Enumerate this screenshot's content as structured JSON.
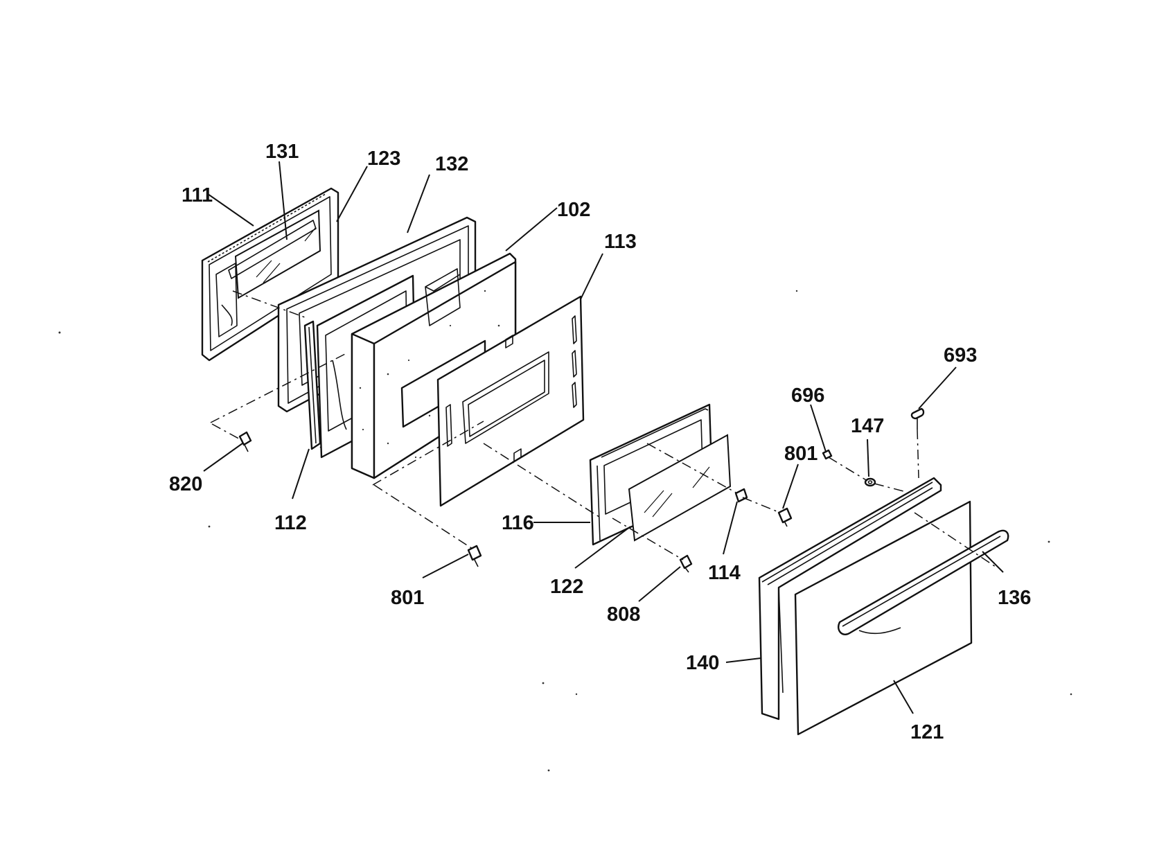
{
  "diagram": {
    "callouts": [
      {
        "id": "111",
        "text": "111"
      },
      {
        "id": "131",
        "text": "131"
      },
      {
        "id": "123",
        "text": "123"
      },
      {
        "id": "132",
        "text": "132"
      },
      {
        "id": "102",
        "text": "102"
      },
      {
        "id": "113",
        "text": "113"
      },
      {
        "id": "693",
        "text": "693"
      },
      {
        "id": "696",
        "text": "696"
      },
      {
        "id": "147",
        "text": "147"
      },
      {
        "id": "801a",
        "text": "801"
      },
      {
        "id": "820",
        "text": "820"
      },
      {
        "id": "112",
        "text": "112"
      },
      {
        "id": "116",
        "text": "116"
      },
      {
        "id": "801b",
        "text": "801"
      },
      {
        "id": "122",
        "text": "122"
      },
      {
        "id": "114",
        "text": "114"
      },
      {
        "id": "808",
        "text": "808"
      },
      {
        "id": "136",
        "text": "136"
      },
      {
        "id": "140",
        "text": "140"
      },
      {
        "id": "121",
        "text": "121"
      }
    ]
  }
}
